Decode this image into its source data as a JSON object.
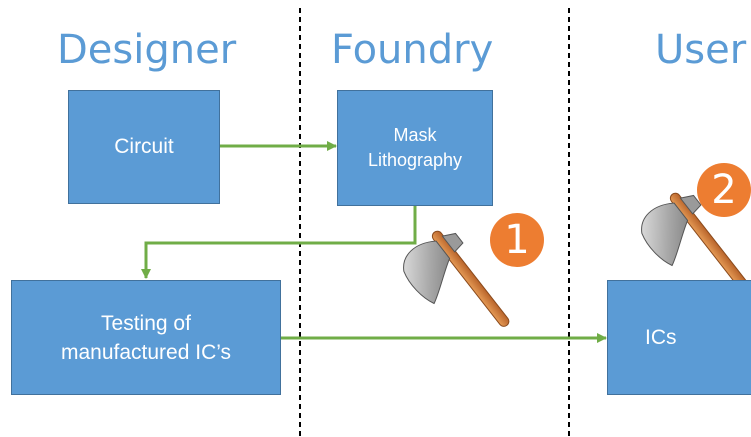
{
  "headings": {
    "designer": "Designer",
    "foundry": "Foundry",
    "user": "User"
  },
  "boxes": {
    "circuit": "Circuit",
    "mask_line1": "Mask",
    "mask_line2": "Lithography",
    "testing_line1": "Testing of",
    "testing_line2": "manufactured IC’s",
    "ics": "ICs"
  },
  "badges": {
    "first": "1",
    "second": "2"
  },
  "colors": {
    "heading": "#5b9bd5",
    "box_fill": "#5b9bd5",
    "box_border": "#41719c",
    "arrow": "#70ad47",
    "badge": "#ed7d31",
    "divider": "#000000"
  },
  "icons": [
    "axe-icon",
    "axe-icon"
  ]
}
